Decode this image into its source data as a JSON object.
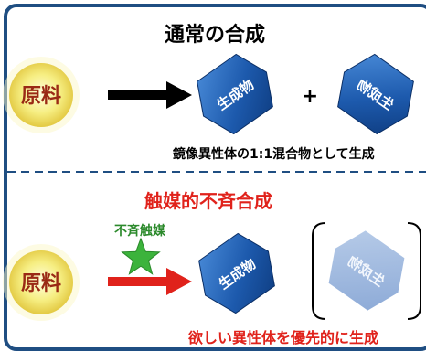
{
  "top_panel": {
    "title": "通常の合成",
    "reactant": "原料",
    "product_a": "生成物",
    "plus": "+",
    "product_b": "生成物",
    "caption": "鏡像異性体の1:1混合物として生成"
  },
  "bottom_panel": {
    "title": "触媒的不斉合成",
    "catalyst": "不斉触媒",
    "reactant": "原料",
    "product_major": "生成物",
    "product_minor": "生成物",
    "caption": "欲しい異性体を優先的に生成"
  },
  "colors": {
    "frame": "#1f4e82",
    "divider": "#1f4e82",
    "bottom_title": "#e0221b",
    "catalyst_label": "#2c8a2c",
    "catalyst_star": "#3cb33c",
    "top_arrow": "#000000",
    "bottom_arrow": "#e0221b",
    "bottom_caption": "#e0221b",
    "reactant_label": "#9a2a15",
    "product_text": "#ffffff"
  }
}
